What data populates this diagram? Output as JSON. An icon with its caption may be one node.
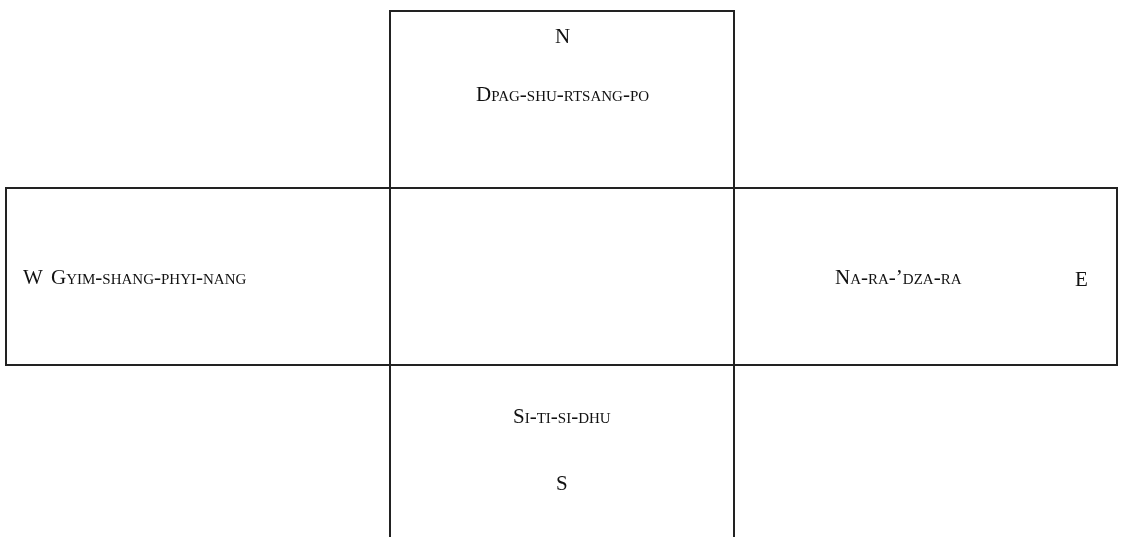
{
  "diagram": {
    "nodes": [
      {
        "text": [
          "N",
          "Dpag-shu-rtsang-po"
        ]
      },
      {
        "text": [
          "W",
          "Gyim-shang-phyi-nang"
        ]
      },
      {
        "text": [],
        "shape": "box"
      },
      {
        "text": [
          "Na-ra-’dza-ra",
          "E"
        ]
      },
      {
        "text": [
          "Si-ti-si-dhu",
          "S"
        ]
      }
    ]
  }
}
